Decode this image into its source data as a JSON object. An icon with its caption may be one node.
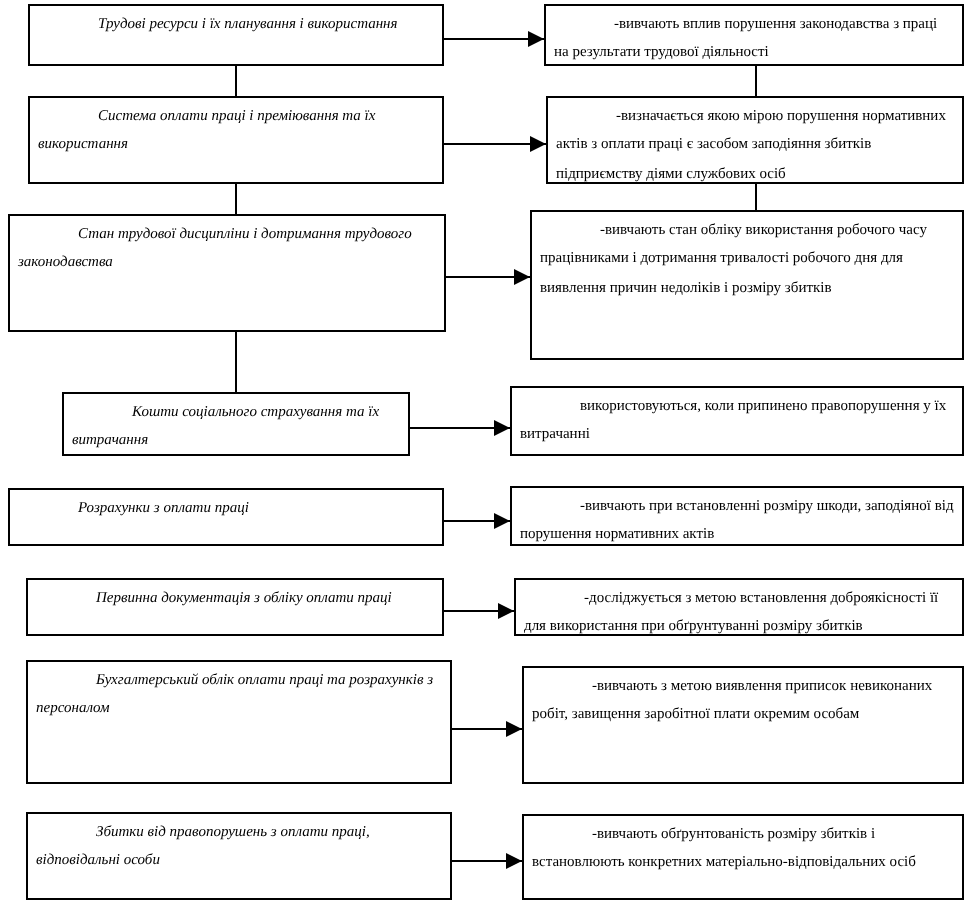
{
  "diagram": {
    "nodes": [
      {
        "text": [
          "Трудові ресурси і їх планування  і використання"
        ]
      },
      {
        "text": [
          "-вивчають вплив порушення  законодавства з праці на  результати трудової діяльності"
        ]
      },
      {
        "text": [
          "Система оплати праці і преміювання  та їх використання"
        ]
      },
      {
        "text": [
          "-визначається якою мірою  порушення нормативних  актів з оплати праці є засобом заподіяння збитків підприємству  діями службових осіб"
        ]
      },
      {
        "text": [
          "Стан трудової  дисципліни  і дотримання трудового законодавства"
        ]
      },
      {
        "text": [
          "-вивчають стан  обліку використання робочого часу працівниками і дотримання тривалості робочого дня для виявлення причин недоліків і розміру збитків"
        ]
      },
      {
        "text": [
          "Кошти соціального  страхування  та їх витрачання"
        ]
      },
      {
        "text": [
          "використовуються, коли припинено   правопорушення у їх витрачанні"
        ]
      },
      {
        "text": [
          "Розрахунки з оплати  праці"
        ]
      },
      {
        "text": [
          "-вивчають при встановленні  розміру  шкоди, заподіяної від  порушення  нормативних  актів"
        ]
      },
      {
        "text": [
          "Первинна документація  з обліку  оплати  праці"
        ]
      },
      {
        "text": [
          "-досліджується з метою встановлення  доброякісності її для використання  при  обґрунтуванні  розміру  збитків"
        ]
      },
      {
        "text": [
          "Бухгалтерський облік  оплати  праці та розрахунків  з персоналом"
        ]
      },
      {
        "text": [
          "-вивчають з метою виявлення  приписок невиконаних  робіт,  завищення  заробітної плати окремим особам"
        ]
      },
      {
        "text": [
          "Збитки від  правопорушень  з оплати  праці, відповідальні  особи"
        ]
      },
      {
        "text": [
          "-вивчають обґрунтованість розміру збитків  і встановлюють конкретних матеріально-відповідальних  осіб"
        ]
      }
    ],
    "edges": [
      {
        "from": 0,
        "to": 1,
        "arrow": "to"
      },
      {
        "from": 2,
        "to": 3,
        "arrow": "to"
      },
      {
        "from": 4,
        "to": 5,
        "arrow": "to"
      },
      {
        "from": 6,
        "to": 7,
        "arrow": "to"
      },
      {
        "from": 8,
        "to": 9,
        "arrow": "to"
      },
      {
        "from": 10,
        "to": 11,
        "arrow": "to"
      },
      {
        "from": 12,
        "to": 13,
        "arrow": "to"
      },
      {
        "from": 14,
        "to": 15,
        "arrow": "to"
      },
      {
        "from": 0,
        "to": 2,
        "arrow": "none"
      },
      {
        "from": 2,
        "to": 4,
        "arrow": "none"
      },
      {
        "from": 4,
        "to": 6,
        "arrow": "none"
      },
      {
        "from": 1,
        "to": 3,
        "arrow": "none"
      },
      {
        "from": 3,
        "to": 5,
        "arrow": "none"
      }
    ]
  }
}
